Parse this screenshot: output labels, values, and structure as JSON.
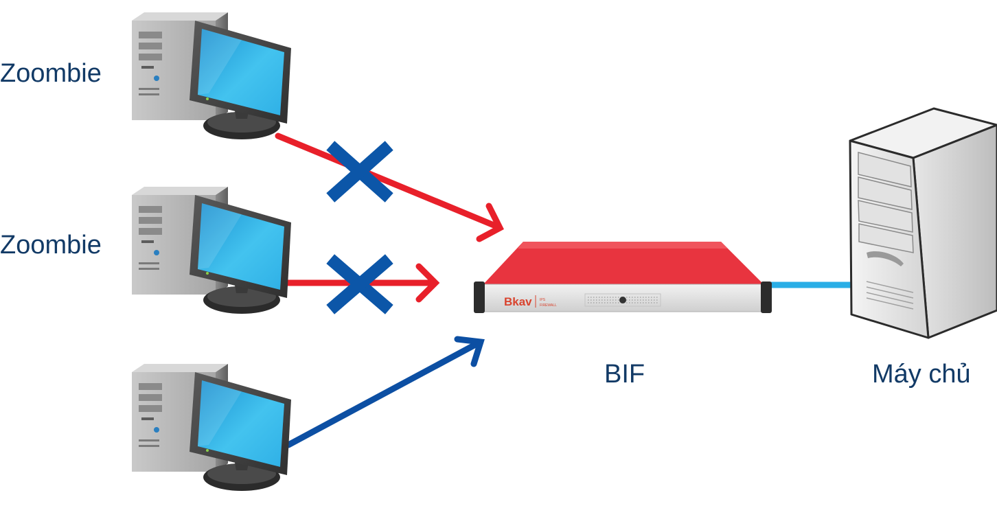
{
  "labels": {
    "zombie_1": "Zoombie",
    "zombie_2": "Zoombie",
    "firewall": "BIF",
    "server": "Máy chủ"
  },
  "firewall_device": {
    "brand": "Bkav",
    "model_line1": "IPS",
    "model_line2": "FIREWALL"
  },
  "colors": {
    "blocked_traffic": "#e8202a",
    "allowed_traffic": "#0c4fa3",
    "block_mark": "#0c56a8",
    "server_link": "#29aee6",
    "firewall_body": "#e8343f",
    "label_text": "#123a66"
  },
  "connections": [
    {
      "from": "zombie_1",
      "to": "firewall",
      "status": "blocked"
    },
    {
      "from": "zombie_2",
      "to": "firewall",
      "status": "blocked"
    },
    {
      "from": "client_3",
      "to": "firewall",
      "status": "allowed"
    },
    {
      "from": "firewall",
      "to": "server",
      "status": "link"
    }
  ]
}
